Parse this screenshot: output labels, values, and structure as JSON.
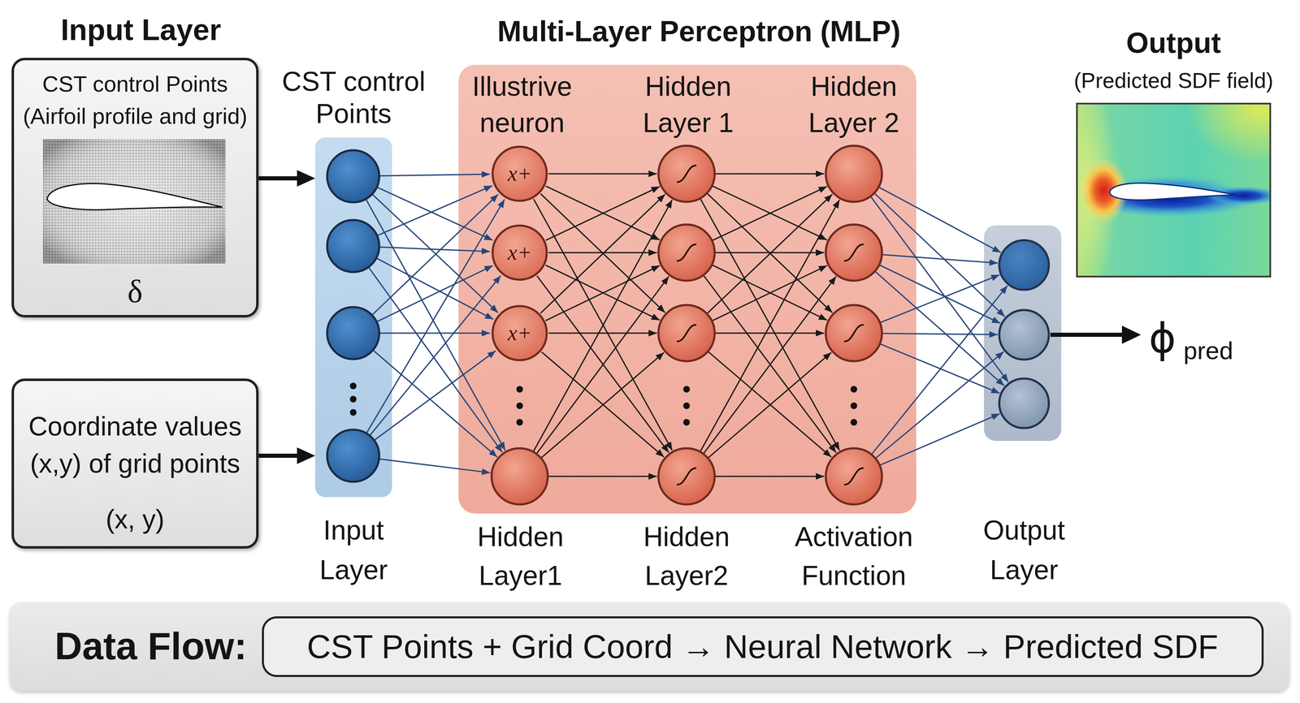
{
  "diagram": {
    "nodes": [
      {
        "text": [
          "CST control Points (Airfoil profile and grid)",
          "δ"
        ]
      },
      {
        "text": [
          "Coordinate values (x,y) of grid points",
          "(x, y)"
        ]
      },
      {
        "text": [
          "CST control Points",
          "Input Layer"
        ]
      },
      {
        "text": [
          "Multi-Layer Perceptron (MLP)",
          "Illustrive neuron",
          "Hidden Layer 1",
          "Hidden Layer 2"
        ]
      },
      {
        "text": [
          "x+"
        ],
        "in": 3
      },
      {
        "text": [
          "x+"
        ],
        "in": 3
      },
      {
        "text": [
          "x+"
        ],
        "in": 3
      },
      {
        "text": [
          "Output Layer"
        ]
      },
      {
        "text": [
          "Output",
          "(Predicted SDF field)"
        ]
      },
      {
        "text": [
          "Data Flow:"
        ]
      },
      {
        "text": [
          "CST Points + Grid Coord → Neural Network → Predicted SDF"
        ],
        "in": 9
      }
    ],
    "edges": [
      {
        "from": 0,
        "to": 2,
        "arrow": "to"
      },
      {
        "from": 1,
        "to": 2,
        "arrow": "to"
      }
    ],
    "labels": [
      "Input Layer",
      "Hidden Layer1",
      "Hidden Layer2",
      "Activation Function",
      "ϕ",
      "pred"
    ]
  }
}
